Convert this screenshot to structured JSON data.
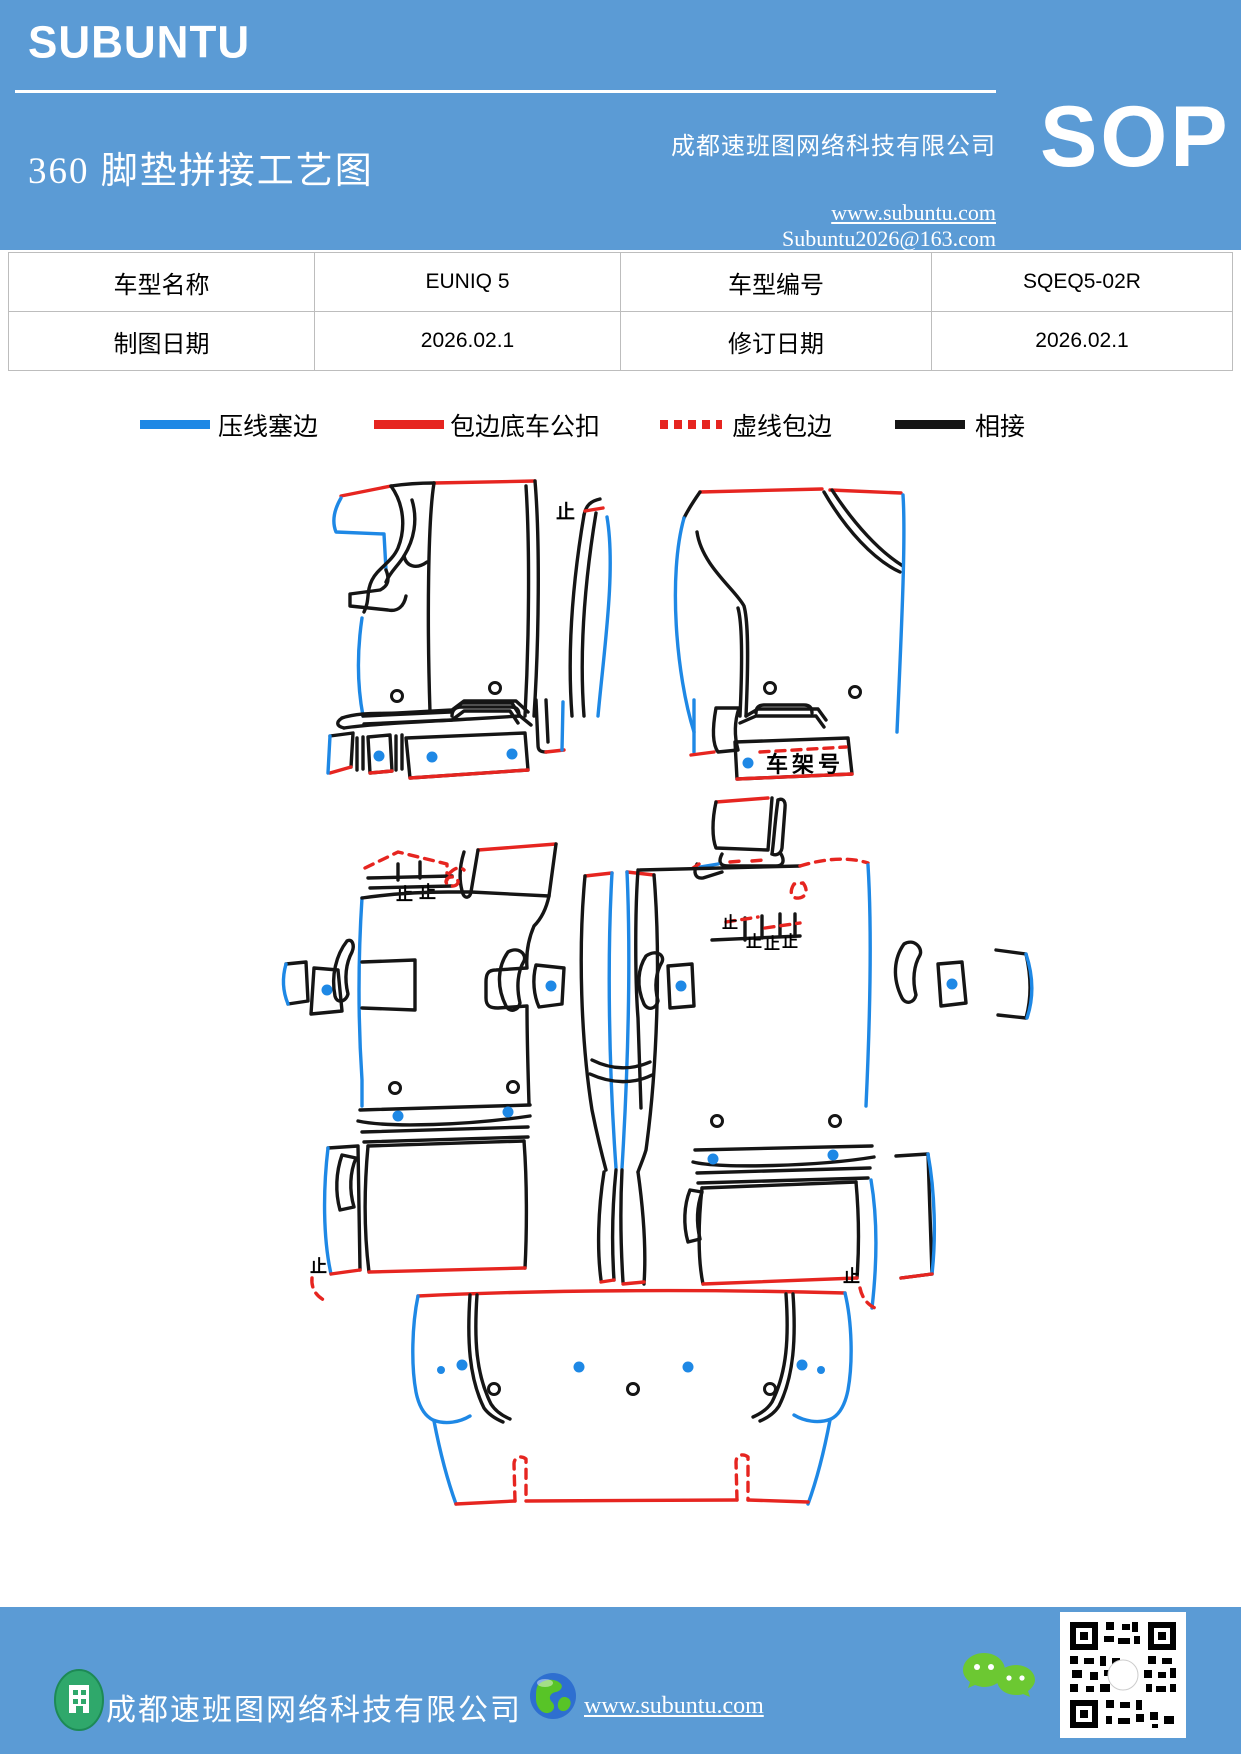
{
  "header": {
    "brand": "SUBUNTU",
    "sop_badge": "SOP",
    "title": "360 脚垫拼接工艺图",
    "company": "成都速班图网络科技有限公司",
    "website": "www.subuntu.com",
    "email": "Subuntu2026@163.com"
  },
  "info_table": {
    "rows": [
      [
        "车型名称",
        "EUNIQ 5",
        "车型编号",
        "SQEQ5-02R"
      ],
      [
        "制图日期",
        "2026.02.1",
        "修订日期",
        "2026.02.1"
      ]
    ]
  },
  "legend": {
    "items": [
      {
        "label": "压线塞边",
        "color": "#1E88E5",
        "style": "solid"
      },
      {
        "label": "包边底车公扣",
        "color": "#E62520",
        "style": "solid"
      },
      {
        "label": "虚线包边",
        "color": "#E62520",
        "style": "dashed"
      },
      {
        "label": "相接",
        "color": "#151515",
        "style": "solid"
      }
    ]
  },
  "diagram": {
    "annotations": {
      "stop": "止",
      "vin": "车架号"
    },
    "line_colors": {
      "press_edge_blue": "#1E88E5",
      "bind_edge_red": "#E62520",
      "dashed_bind_red": "#E62520",
      "join_black": "#151515"
    }
  },
  "footer": {
    "company": "成都速班图网络科技有限公司",
    "website": "www.subuntu.com",
    "icons": [
      "building-icon",
      "globe-icon",
      "wechat-icon",
      "qr-code"
    ]
  },
  "theme": {
    "band_blue": "#5B9BD5",
    "table_border": "#BDBDBD",
    "wechat_green": "#6CC832",
    "building_green": "#2FA86B"
  }
}
